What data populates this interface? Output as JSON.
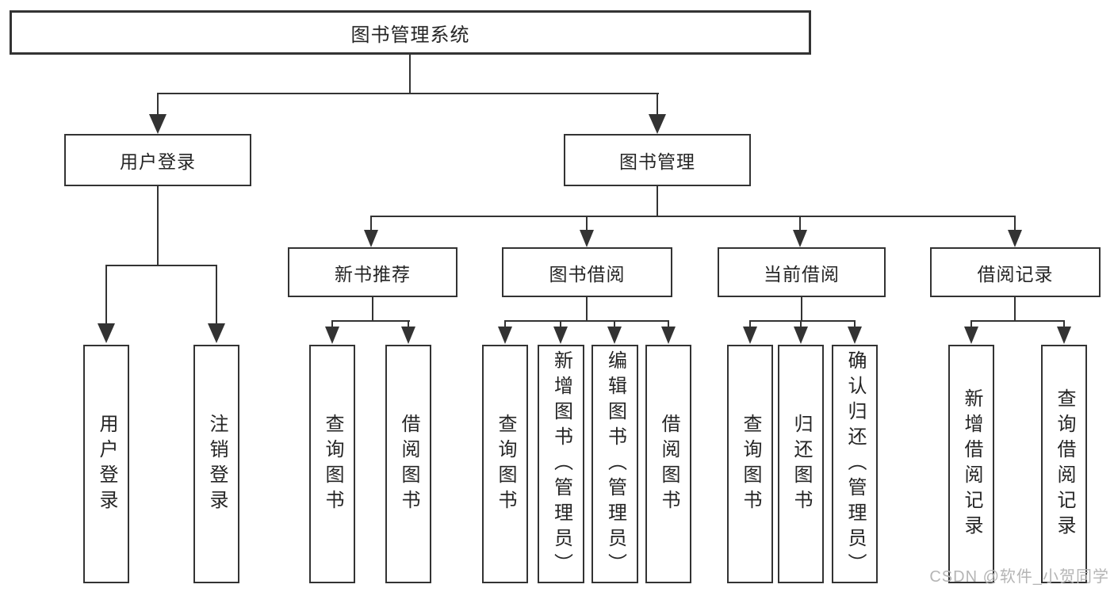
{
  "tree": {
    "label": "图书管理系统",
    "children": [
      {
        "label": "用户登录",
        "children": [
          {
            "label": "用户登录"
          },
          {
            "label": "注销登录"
          }
        ]
      },
      {
        "label": "图书管理",
        "children": [
          {
            "label": "新书推荐",
            "children": [
              {
                "label": "查询图书"
              },
              {
                "label": "借阅图书"
              }
            ]
          },
          {
            "label": "图书借阅",
            "children": [
              {
                "label": "查询图书"
              },
              {
                "label": "新增图书（管理员）"
              },
              {
                "label": "编辑图书（管理员）"
              },
              {
                "label": "借阅图书"
              }
            ]
          },
          {
            "label": "当前借阅",
            "children": [
              {
                "label": "查询图书"
              },
              {
                "label": "归还图书"
              },
              {
                "label": "确认归还（管理员）"
              }
            ]
          },
          {
            "label": "借阅记录",
            "children": [
              {
                "label": "新增借阅记录"
              },
              {
                "label": "查询借阅记录"
              }
            ]
          }
        ]
      }
    ]
  },
  "watermark": "CSDN @软件_小贺同学",
  "colors": {
    "line": "#333333",
    "box_border": "#333333",
    "background": "#ffffff",
    "watermark": "#b5b5b5"
  }
}
